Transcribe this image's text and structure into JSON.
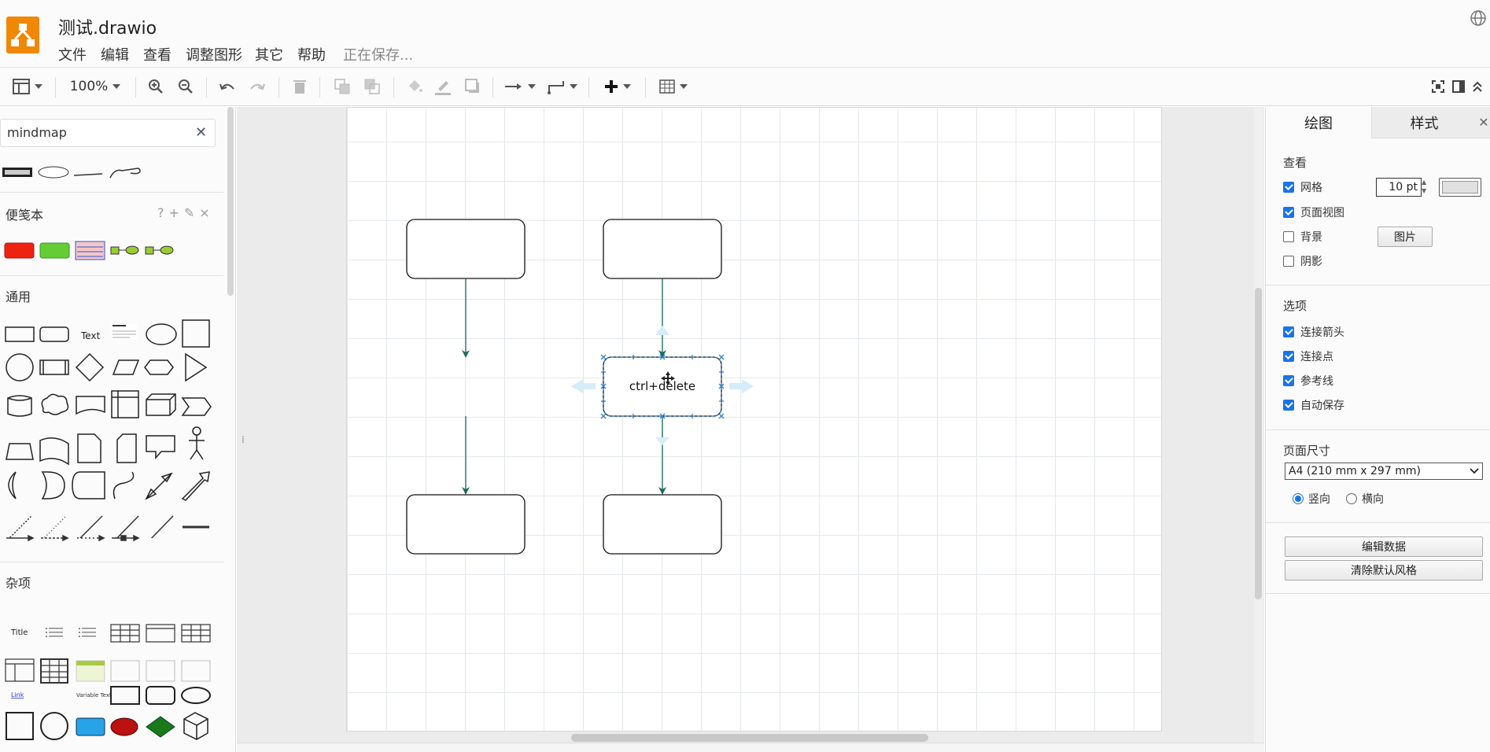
{
  "app": {
    "title": "测试.drawio",
    "menu": [
      "文件",
      "编辑",
      "查看",
      "调整图形",
      "其它",
      "帮助"
    ],
    "status": "正在保存..."
  },
  "toolbar": {
    "zoom": "100%"
  },
  "left": {
    "search_value": "mindmap",
    "sections": {
      "scratchpad": "便笺本",
      "general": "通用",
      "misc": "杂项"
    },
    "scratch_icons": "?+✎×",
    "general_text_label": "Text",
    "misc_title_label": "Title",
    "misc_link_label": "Link",
    "misc_variable_label": "Variable Text"
  },
  "canvas": {
    "selected_label": "ctrl+delete"
  },
  "right": {
    "tabs": [
      "绘图",
      "样式"
    ],
    "view_title": "查看",
    "grid_label": "网格",
    "grid_size": "10 pt",
    "page_view_label": "页面视图",
    "background_label": "背景",
    "image_button": "图片",
    "shadow_label": "阴影",
    "options_title": "选项",
    "options": [
      {
        "label": "连接箭头",
        "checked": true
      },
      {
        "label": "连接点",
        "checked": true
      },
      {
        "label": "参考线",
        "checked": true
      },
      {
        "label": "自动保存",
        "checked": true
      }
    ],
    "page_size_title": "页面尺寸",
    "page_size_value": "A4 (210 mm x 297 mm)",
    "portrait_label": "竖向",
    "landscape_label": "横向",
    "edit_data_button": "编辑数据",
    "clear_style_button": "清除默认风格"
  },
  "colors": {
    "accent": "#f08705",
    "edge": "#1a6b5e",
    "check": "#1a73e8"
  }
}
